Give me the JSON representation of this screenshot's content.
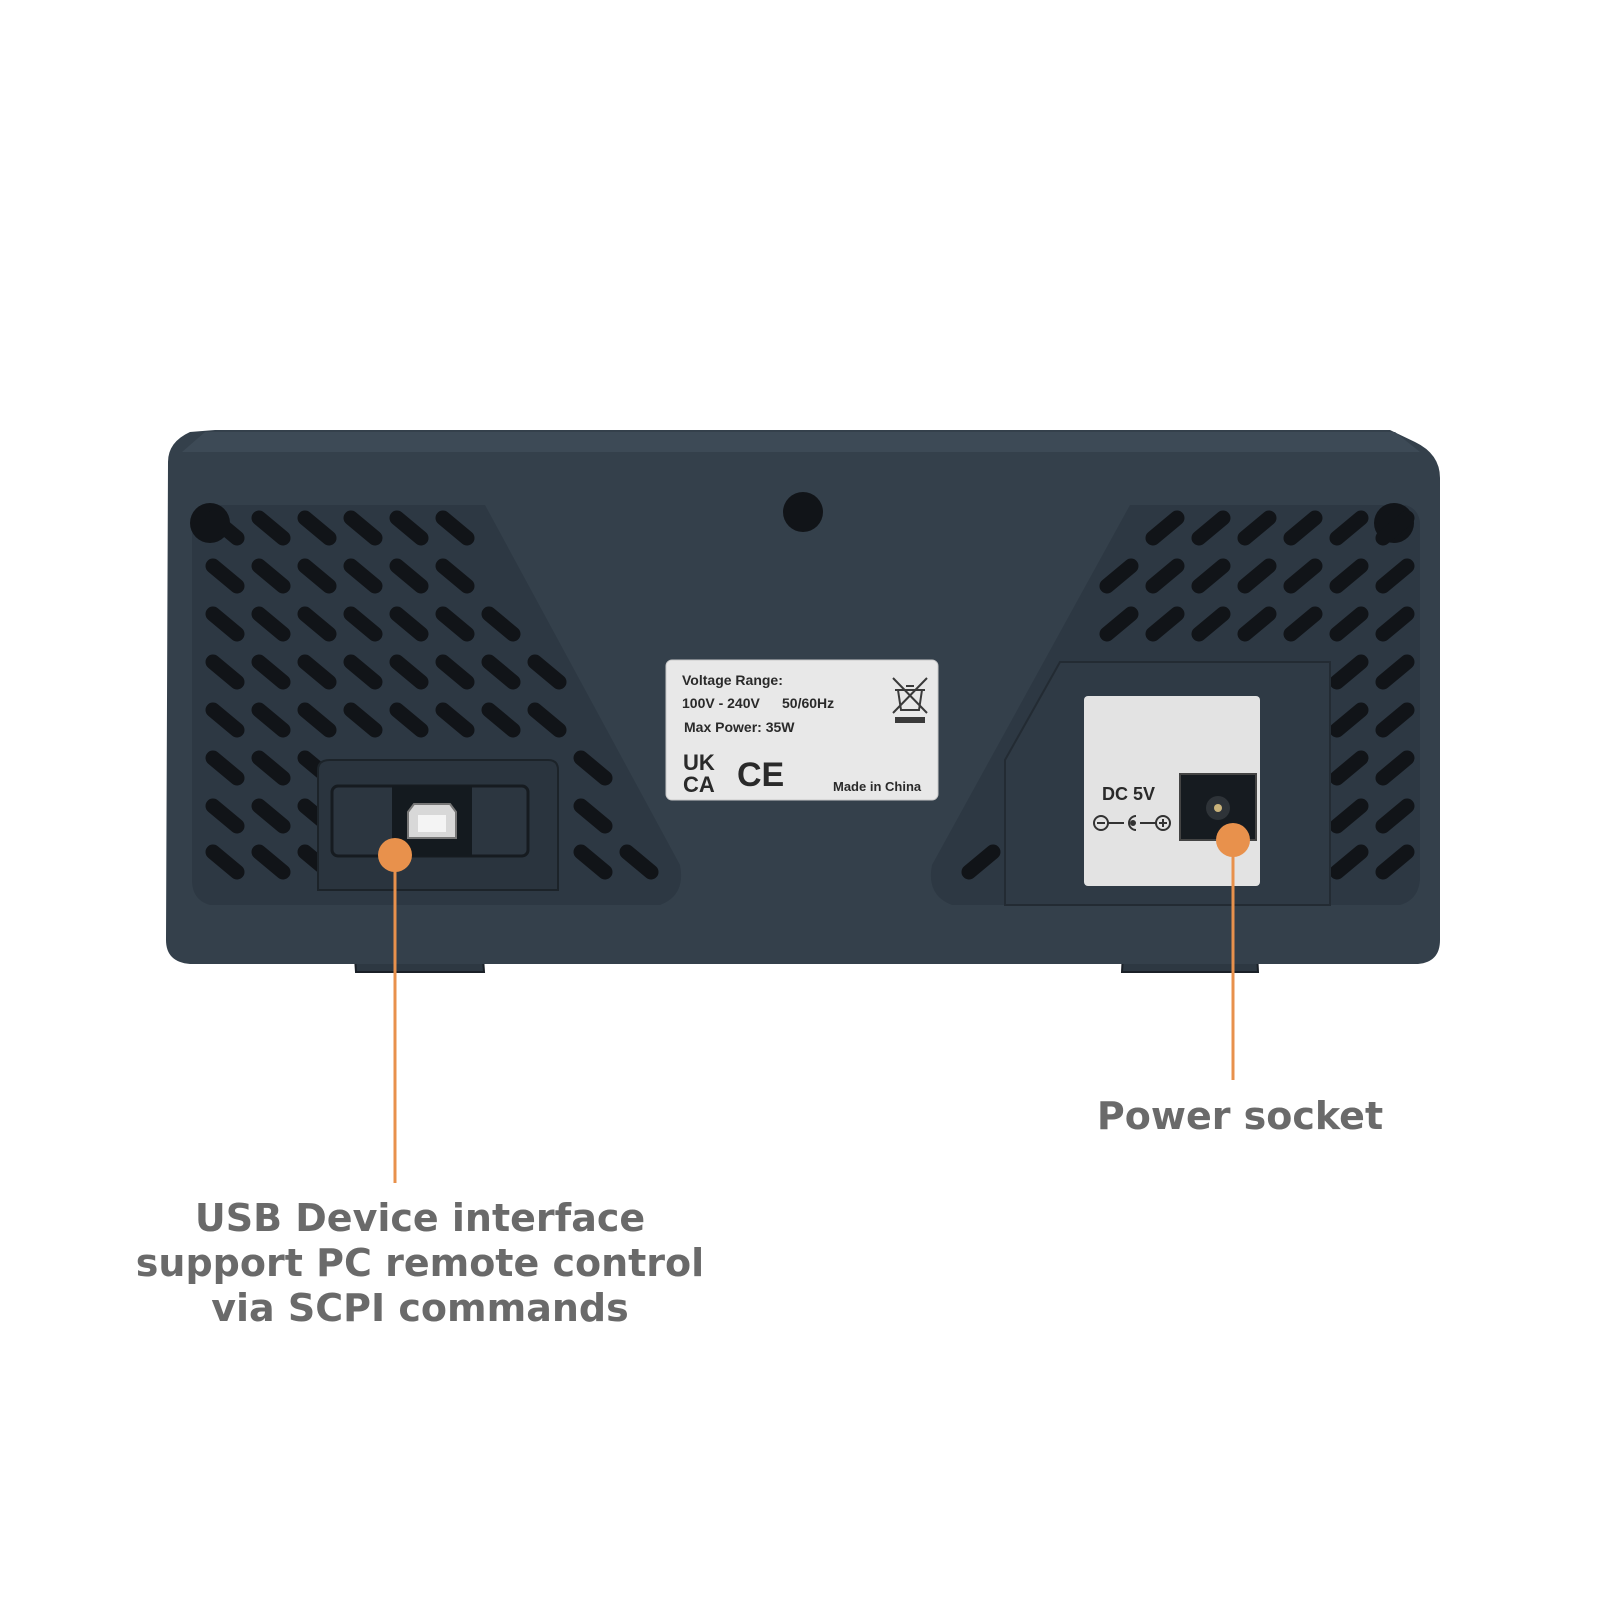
{
  "label": {
    "voltage_heading": "Voltage Range:",
    "voltage_value": "100V - 240V",
    "frequency": "50/60Hz",
    "max_power": "Max Power: 35W",
    "ukca_line1": "UK",
    "ukca_line2": "CA",
    "ce_mark": "CE",
    "origin": "Made in China"
  },
  "power_panel": {
    "rating": "DC 5V"
  },
  "callouts": {
    "usb": {
      "lines": [
        "USB Device interface",
        "support PC remote control",
        "via SCPI commands"
      ]
    },
    "power": {
      "text": "Power socket"
    }
  },
  "colors": {
    "body": "#34404b",
    "body_dark": "#262f38",
    "vent_slot": "#111418",
    "label_bg": "#e8e8e8",
    "callout_line": "#e8914c",
    "callout_text": "#6a6a6a"
  }
}
